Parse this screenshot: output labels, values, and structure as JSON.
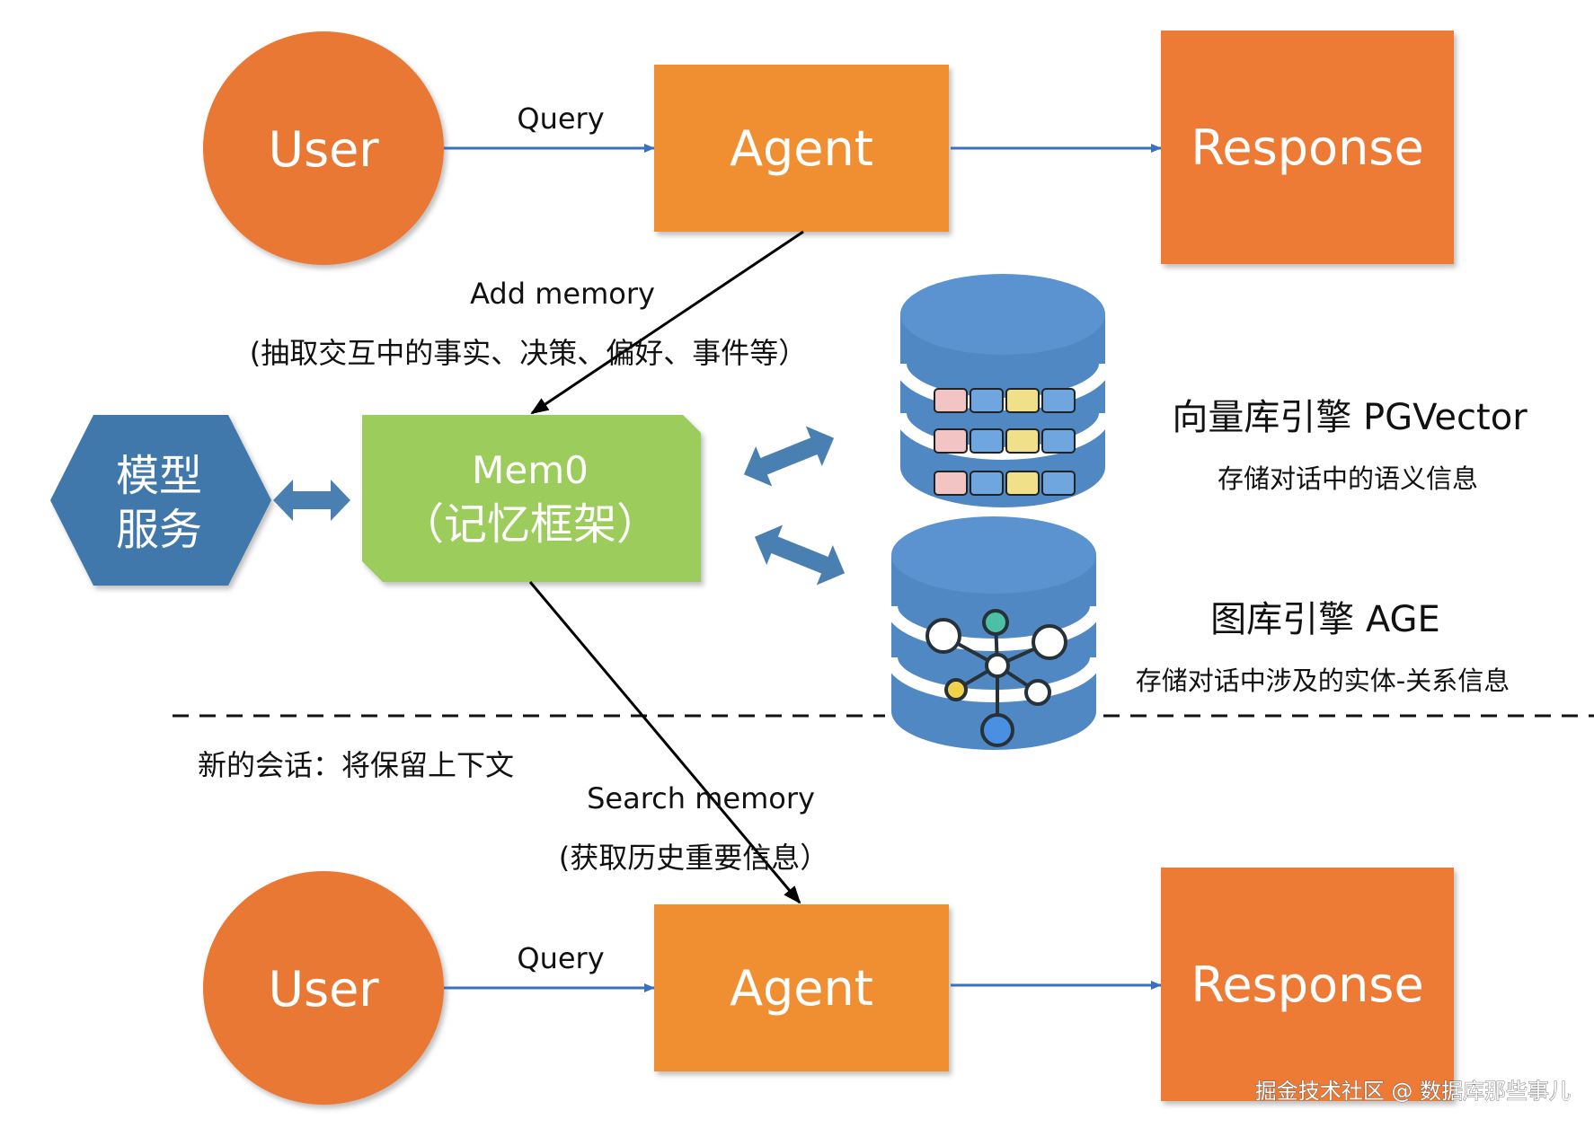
{
  "top_row": {
    "user_label": "User",
    "query_label": "Query",
    "agent_label": "Agent",
    "response_label": "Response"
  },
  "add_memory": {
    "label": "Add memory",
    "detail": "(抽取交互中的事实、决策、偏好、事件等）"
  },
  "model_service": {
    "line1": "模型",
    "line2": "服务"
  },
  "mem0": {
    "line1": "Mem0",
    "line2": "（记忆框架）"
  },
  "vector_store": {
    "title": "向量库引擎 PGVector",
    "subtitle": "存储对话中的语义信息"
  },
  "graph_store": {
    "title": "图库引擎 AGE",
    "subtitle": "存储对话中涉及的实体-关系信息"
  },
  "new_session_note": "新的会话：将保留上下文",
  "search_memory": {
    "label": "Search memory",
    "detail": "(获取历史重要信息）"
  },
  "bottom_row": {
    "user_label": "User",
    "query_label": "Query",
    "agent_label": "Agent",
    "response_label": "Response"
  },
  "watermark": "掘金技术社区 @ 数据库那些事儿",
  "colors": {
    "user_circle": "#ea7834",
    "agent_box": "#ef8f33",
    "response_box": "#ed7a35",
    "mem0_box": "#9ccd5b",
    "hexagon": "#3f78ab",
    "database": "#5088c4",
    "flow_arrow": "#3b6fc0",
    "double_arrow": "#4a7fb1"
  }
}
